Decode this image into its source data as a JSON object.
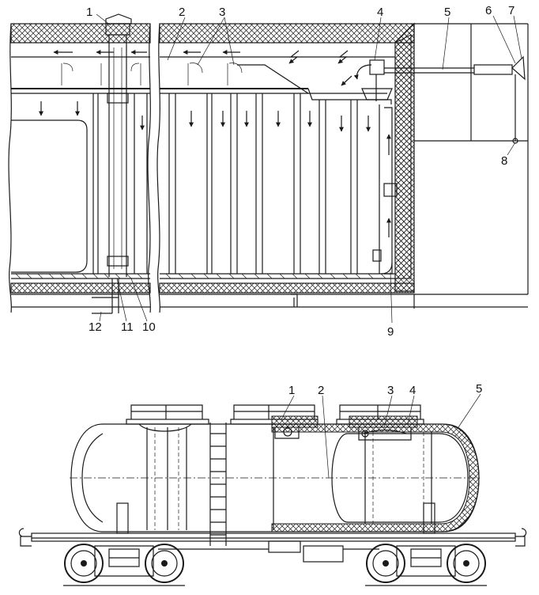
{
  "top_figure": {
    "callouts": [
      "1",
      "2",
      "3",
      "4",
      "5",
      "6",
      "7",
      "8",
      "9",
      "10",
      "11",
      "12"
    ]
  },
  "bottom_figure": {
    "callouts": [
      "1",
      "2",
      "3",
      "4",
      "5"
    ]
  },
  "colors": {
    "ink": "#1a1a1a",
    "background": "#ffffff"
  }
}
